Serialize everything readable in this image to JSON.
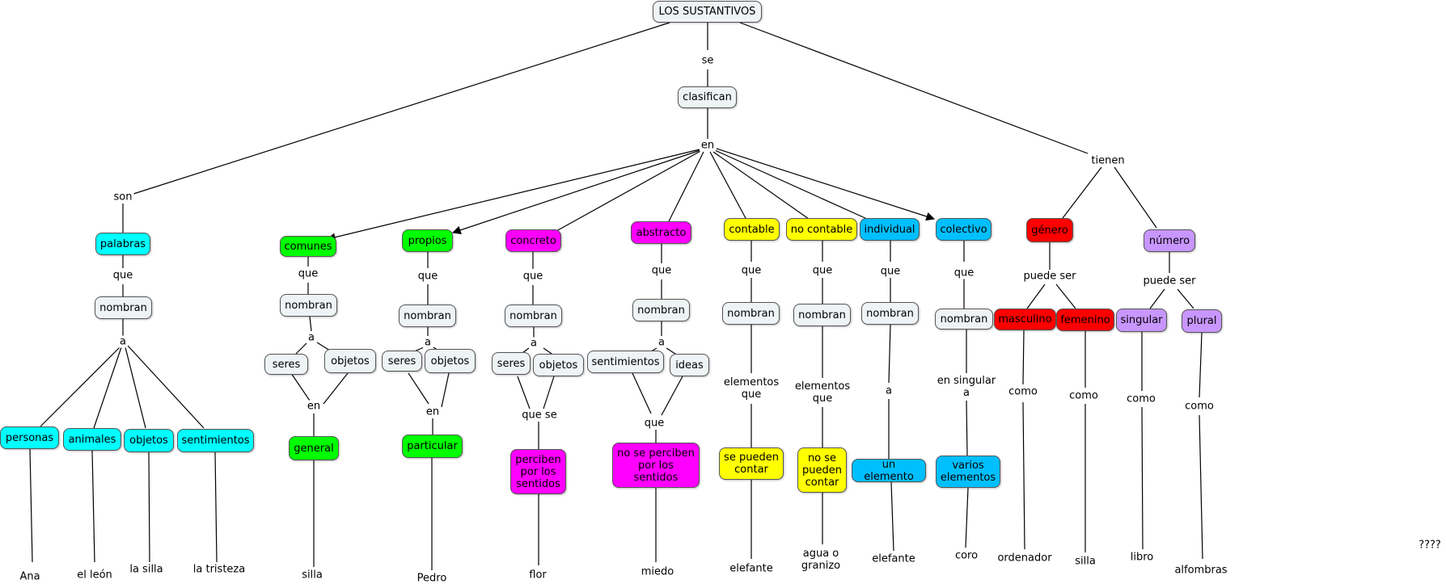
{
  "colors": {
    "white": "#eef3f5",
    "cyan": "#00ffff",
    "green": "#00ff00",
    "magenta": "#ff00ff",
    "yellow": "#ffff00",
    "blue": "#00bfff",
    "red": "#ff0000",
    "purple": "#c896ff"
  },
  "concepts": {
    "root": "LOS SUSTANTIVOS",
    "clasifican": "clasifican",
    "palabras": "palabras",
    "nombran_palabras": "nombran",
    "personas": "personas",
    "animales": "animales",
    "objetos_palabras": "objetos",
    "sentimientos_palabras": "sentimientos",
    "comunes": "comunes",
    "nombran_comunes": "nombran",
    "seres_comunes": "seres",
    "objetos_comunes": "objetos",
    "general": "general",
    "propios": "propios",
    "nombran_propios": "nombran",
    "seres_propios": "seres",
    "objetos_propios": "objetos",
    "particular": "particular",
    "concreto": "concreto",
    "nombran_concreto": "nombran",
    "seres_concreto": "seres",
    "objetos_concreto": "objetos",
    "perciben": "perciben por los sentidos",
    "abstracto": "abstracto",
    "nombran_abstracto": "nombran",
    "sentimientos_abstracto": "sentimientos",
    "ideas": "ideas",
    "no_perciben": "no se perciben por los sentidos",
    "contable": "contable",
    "nombran_contable": "nombran",
    "se_pueden_contar": "se pueden contar",
    "no_contable": "no contable",
    "nombran_no_contable": "nombran",
    "no_se_pueden_contar": "no se pueden contar",
    "individual": "individual",
    "nombran_individual": "nombran",
    "un_elemento": "un elemento",
    "colectivo": "colectivo",
    "nombran_colectivo": "nombran",
    "varios_elementos": "varios elementos",
    "genero": "género",
    "masculino": "masculino",
    "femenino": "femenino",
    "numero": "número",
    "singular": "singular",
    "plural": "plural"
  },
  "linking": {
    "se": "se",
    "en_main": "en",
    "son": "son",
    "tienen": "tienen",
    "que_palabras": "que",
    "a_palabras": "a",
    "que_comunes": "que",
    "a_comunes": "a",
    "en_comunes": "en",
    "que_propios": "que",
    "a_propios": "a",
    "en_propios": "en",
    "que_concreto": "que",
    "a_concreto": "a",
    "que_se_concreto": "que se",
    "que_abstracto": "que",
    "a_abstracto": "a",
    "que2_abstracto": "que",
    "que_contable": "que",
    "elementos_que_contable": "elementos\nque",
    "que_no_contable": "que",
    "elementos_que_no_contable": "elementos\nque",
    "que_individual": "que",
    "a_individual": "a",
    "que_colectivo": "que",
    "en_singular_a": "en singular\na",
    "puede_ser_genero": "puede ser",
    "puede_ser_numero": "puede ser",
    "como_masculino": "como",
    "como_femenino": "como",
    "como_singular": "como",
    "como_plural": "como"
  },
  "examples": {
    "ana": "Ana",
    "el_leon": "el león",
    "la_silla": "la silla",
    "la_tristeza": "la tristeza",
    "silla_general": "silla",
    "pedro": "Pedro",
    "flor": "flor",
    "miedo": "miedo",
    "elefante_contable": "elefante",
    "agua_granizo": "agua o\ngranizo",
    "elefante_individual": "elefante",
    "coro": "coro",
    "ordenador": "ordenador",
    "silla_femenino": "silla",
    "libro": "libro",
    "alfombras": "alfombras"
  },
  "extra_text": "????"
}
